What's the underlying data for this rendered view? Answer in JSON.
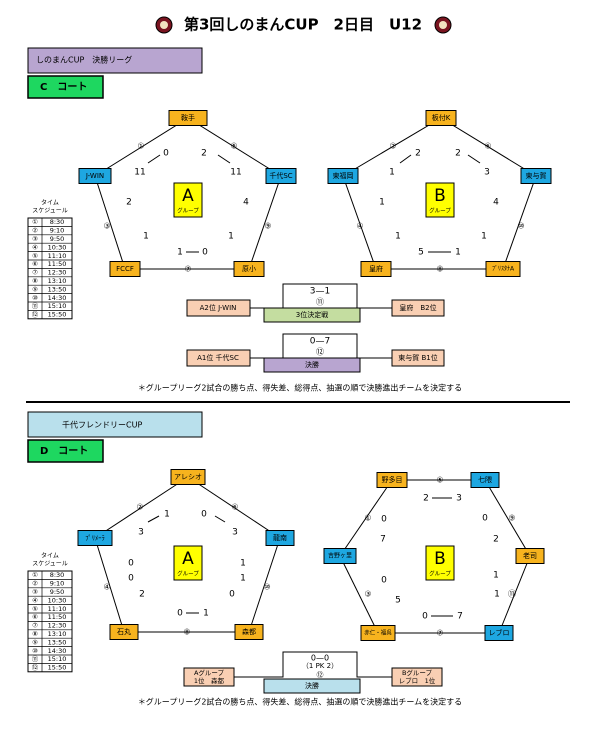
{
  "title": "第3回しのまんCUP　2日目　U12",
  "sections": [
    {
      "banner": "しのまんCUP　決勝リーグ",
      "court": "C　コート",
      "schedule_header": [
        "タイム",
        "スケジュール"
      ],
      "schedule": [
        {
          "num": "①",
          "time": "8:30"
        },
        {
          "num": "②",
          "time": "9:10"
        },
        {
          "num": "③",
          "time": "9:50"
        },
        {
          "num": "④",
          "time": "10:30"
        },
        {
          "num": "⑤",
          "time": "11:10"
        },
        {
          "num": "⑥",
          "time": "11:50"
        },
        {
          "num": "⑦",
          "time": "12:30"
        },
        {
          "num": "⑧",
          "time": "13:10"
        },
        {
          "num": "⑨",
          "time": "13:50"
        },
        {
          "num": "⑩",
          "time": "14:30"
        },
        {
          "num": "⑪",
          "time": "15:10"
        },
        {
          "num": "⑫",
          "time": "15:50"
        }
      ],
      "groups": [
        {
          "letter": "A",
          "label": "グループ",
          "teams": [
            "鞍手",
            "千代SC",
            "原小",
            "FCCF",
            "J-WIN"
          ],
          "scores": [
            [
              "0",
              "2"
            ],
            [
              "11",
              "11"
            ],
            [
              "2",
              "4"
            ],
            [
              "1",
              "1"
            ],
            [
              "1",
              "0"
            ]
          ],
          "match_nums": [
            "①",
            "⑤",
            "⑨",
            "⑦",
            "③"
          ]
        },
        {
          "letter": "B",
          "label": "グループ",
          "teams": [
            "板付K",
            "東与賀",
            "ﾌﾟﾘｽﾀﾅA",
            "皇府",
            "東福岡"
          ],
          "scores": [
            [
              "2",
              "2"
            ],
            [
              "1",
              "3"
            ],
            [
              "1",
              "4"
            ],
            [
              "1",
              "1"
            ],
            [
              "5",
              "1"
            ]
          ],
          "match_nums": [
            "②",
            "⑥",
            "⑩",
            "⑧",
            "④"
          ]
        }
      ],
      "finals": [
        {
          "left": "A2位  J-WIN",
          "score": "3—1",
          "num": "⑪",
          "label": "3位決定戦",
          "right": "皇府　B2位"
        },
        {
          "left": "A1位  千代SC",
          "score": "0—7",
          "num": "⑫",
          "label": "決勝",
          "right": "東与賀 B1位"
        }
      ],
      "note": "＊グループリーグ2試合の勝ち点、得失差、総得点、抽選の順で決勝進出チームを決定する"
    },
    {
      "banner": "千代フレンドリーCUP",
      "court": "D　コート",
      "schedule_header": [
        "タイム",
        "スケジュール"
      ],
      "schedule": [
        {
          "num": "①",
          "time": "8:30"
        },
        {
          "num": "②",
          "time": "9:10"
        },
        {
          "num": "③",
          "time": "9:50"
        },
        {
          "num": "④",
          "time": "10:30"
        },
        {
          "num": "⑤",
          "time": "11:10"
        },
        {
          "num": "⑥",
          "time": "11:50"
        },
        {
          "num": "⑦",
          "time": "12:30"
        },
        {
          "num": "⑧",
          "time": "13:10"
        },
        {
          "num": "⑨",
          "time": "13:50"
        },
        {
          "num": "⑩",
          "time": "14:30"
        },
        {
          "num": "⑪",
          "time": "15:10"
        },
        {
          "num": "⑫",
          "time": "15:50"
        }
      ],
      "groups": [
        {
          "letter": "A",
          "label": "グループ",
          "teams": [
            "アレシオ",
            "龍南",
            "森都",
            "石丸",
            "ﾌﾟﾘﾒｰﾗ"
          ],
          "scores": [
            [
              "1",
              "0"
            ],
            [
              "3",
              "3"
            ],
            [
              "0",
              "1"
            ],
            [
              "0",
              "1"
            ],
            [
              "2",
              "0"
            ]
          ],
          "match_nums": [
            "②",
            "⑥",
            "⑩",
            "⑧",
            "④"
          ]
        },
        {
          "letter": "B",
          "label": "グループ",
          "teams": [
            "野多目",
            "七隈",
            "老司",
            "レブロ",
            "赤仁・福呉",
            "吉野ヶ里"
          ],
          "scores": [
            [
              "2",
              "3"
            ],
            [
              "0",
              "2"
            ],
            [
              "1",
              "1"
            ],
            [
              "0",
              "7"
            ],
            [
              "0",
              "5"
            ],
            [
              "0",
              "7"
            ]
          ],
          "match_nums": [
            "⑤",
            "⑨",
            "⑪",
            "⑦",
            "③",
            "①"
          ]
        }
      ],
      "finals": [
        {
          "left1": "Aグループ",
          "left2": "1位　森都",
          "score": "0—0",
          "pk": "（1 PK 2）",
          "num": "⑫",
          "label": "決勝",
          "right1": "Bグループ",
          "right2": "レブロ　1位"
        }
      ],
      "note": "＊グループリーグ2試合の勝ち点、得失差、総得点、抽選の順で決勝進出チームを決定する"
    }
  ]
}
